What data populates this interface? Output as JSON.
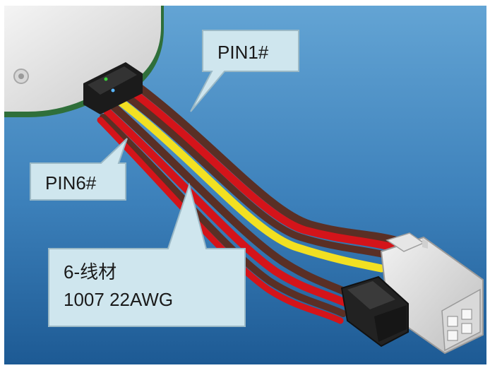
{
  "callouts": {
    "pin1": {
      "label": "PIN1#"
    },
    "pin6": {
      "label": "PIN6#"
    },
    "wire": {
      "line1": "6-线材",
      "line2": "1007 22AWG"
    }
  },
  "colors": {
    "background_top": "#5f9fd0",
    "background_bottom": "#1f5e97",
    "callout_fill": "#cfe6ee",
    "callout_stroke": "#9bb9c6",
    "wire_red": "#d4141a",
    "wire_yellow": "#f2e022",
    "wire_brown": "#5a2f25",
    "housing_white": "#eeeeee",
    "connector_black": "#222222"
  },
  "icons": [
    "device-housing",
    "pin-header",
    "six-wire-cable",
    "white-4pin-connector",
    "black-2pin-connector"
  ]
}
